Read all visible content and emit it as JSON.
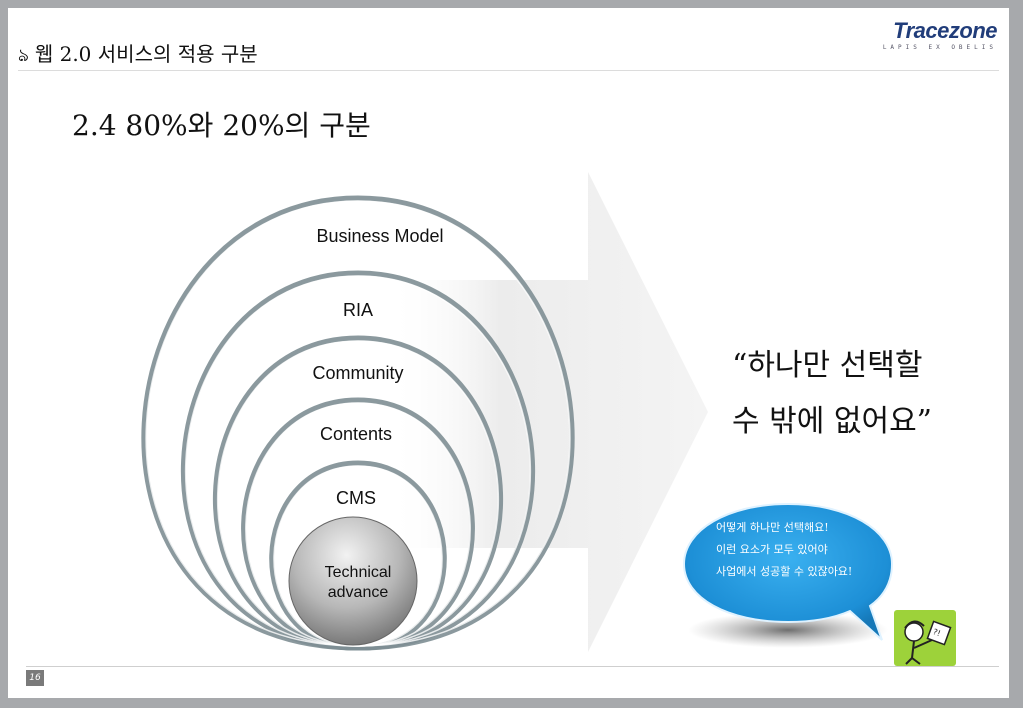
{
  "header": {
    "title": "웹 2.0 서비스의 적용 구분",
    "ornament": "ঌ"
  },
  "logo": {
    "main": "Tracezone",
    "sub": "LAPIS EX OBELIS"
  },
  "subtitle": "2.4 80%와 20%의 구분",
  "rings": {
    "business_model": "Business Model",
    "ria": "RIA",
    "community": "Community",
    "contents": "Contents",
    "cms": "CMS",
    "core_line1": "Technical",
    "core_line2": "advance"
  },
  "quote": {
    "line1": "“하나만 선택할",
    "line2": "수 밖에 없어요”"
  },
  "bubble": {
    "line1": "어떻게 하나만 선택해요!",
    "line2": "이런 요소가 모두 있어야",
    "line3": "사업에서 성공할 수 있잖아요!"
  },
  "footer": {
    "page_number": "16"
  },
  "colors": {
    "ring_stroke": "#7e8e94",
    "arrow": "#e9e9e9",
    "bubble": "#1d8fd6",
    "logo": "#213d7a",
    "frame": "#a7a9ac"
  },
  "icons": {
    "ornament": "decorative-swash-icon",
    "character": "cartoon-person-with-sign-icon"
  }
}
